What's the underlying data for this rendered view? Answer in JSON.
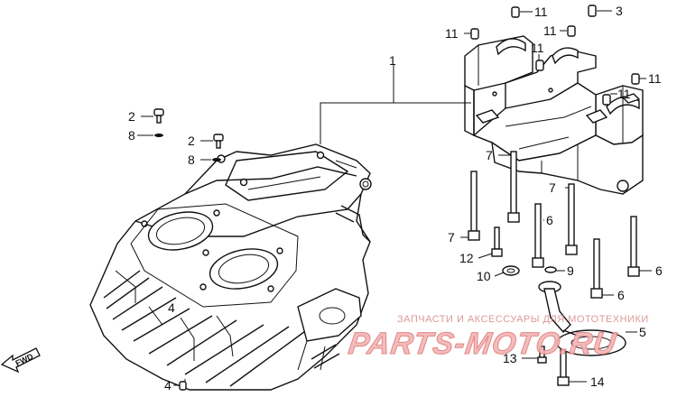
{
  "labels": {
    "l1": "1",
    "l2a": "2",
    "l2b": "2",
    "l3": "3",
    "l4": "4",
    "l5": "5",
    "l6a": "6",
    "l6b": "6",
    "l6c": "6",
    "l7a": "7",
    "l7b": "7",
    "l7c": "7",
    "l8a": "8",
    "l8b": "8",
    "l9": "9",
    "l10": "10",
    "l11a": "11",
    "l11b": "11",
    "l11c": "11",
    "l11d": "11",
    "l11e": "11",
    "l11f": "11",
    "l12": "12",
    "l13": "13",
    "l14": "14"
  },
  "fwd_mark": "FWD",
  "watermark": {
    "top_text": "ЗАПЧАСТИ И АКСЕССУАРЫ ДЛЯ МОТОТЕХНИКИ",
    "logo_text": "PARTS-MOTO.RU"
  },
  "colors": {
    "line": "#111111",
    "watermark": "#e07a7a",
    "background": "#ffffff"
  }
}
